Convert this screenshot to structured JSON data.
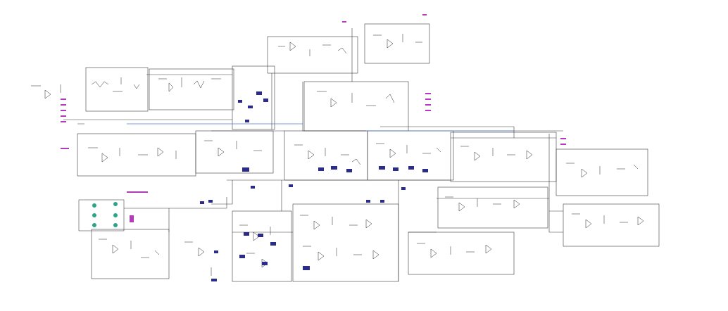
{
  "diagram": {
    "type": "electronic-schematic",
    "colors": {
      "background": "#ffffff",
      "wire": "#3a3a3a",
      "bus_wire": "#4f7fd1",
      "net_label": "#b23bb8",
      "ic_fill": "#2b2b88",
      "connector": "#2aa58a"
    },
    "blocks": [
      "top-center-block",
      "top-left-block",
      "center-block",
      "center-right-block",
      "left-mid-block",
      "mid-block",
      "right-block",
      "far-right-upper-block",
      "far-right-lower-block",
      "bottom-left-block",
      "bottom-center-block",
      "bottom-mid-block",
      "bottom-right-block",
      "connector-block"
    ]
  }
}
